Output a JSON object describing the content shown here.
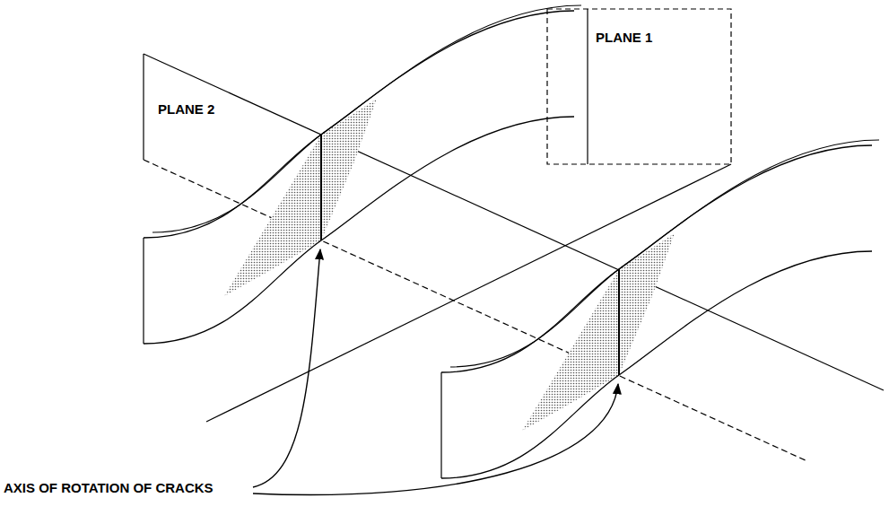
{
  "diagram": {
    "labels": [
      "PLANE 2",
      "PLANE 1",
      "AXIS OF ROTATION OF CRACKS"
    ]
  }
}
